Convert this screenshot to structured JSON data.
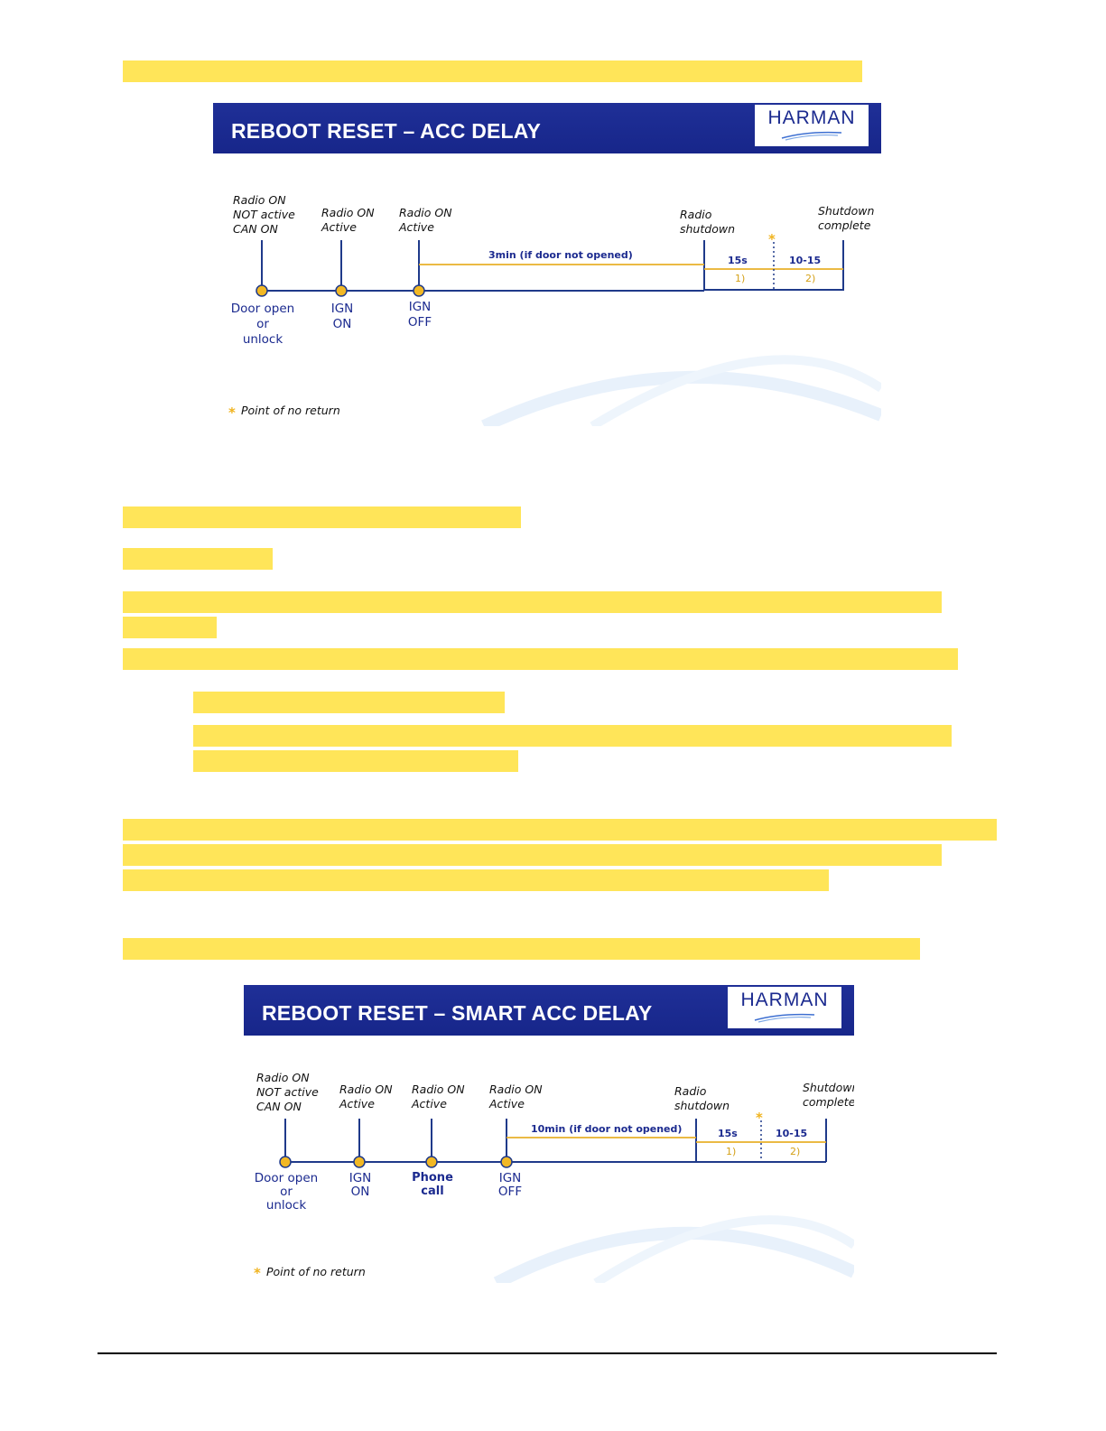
{
  "slides": [
    {
      "title": "REBOOT RESET – ACC DELAY",
      "logo": "HARMAN",
      "events": [
        {
          "label_top": [
            "Radio ON",
            "NOT active",
            "CAN ON"
          ],
          "label_bottom": [
            "Door open",
            "or",
            "unlock"
          ]
        },
        {
          "label_top": [
            "Radio ON",
            "Active"
          ],
          "label_bottom": [
            "IGN",
            "ON"
          ]
        },
        {
          "label_top": [
            "Radio ON",
            "Active"
          ],
          "label_bottom": [
            "IGN",
            "OFF"
          ]
        }
      ],
      "delay_label": "3min (if door not opened)",
      "radio_shutdown": [
        "Radio",
        "shutdown"
      ],
      "shutdown_complete": [
        "Shutdown",
        "complete"
      ],
      "segment_1": "15s",
      "segment_2": "10-15",
      "phase_1": "1)",
      "phase_2": "2)",
      "star": "*",
      "footnote": "Point of no return"
    },
    {
      "title": "REBOOT RESET – SMART ACC DELAY",
      "logo": "HARMAN",
      "events": [
        {
          "label_top": [
            "Radio ON",
            "NOT active",
            "CAN ON"
          ],
          "label_bottom": [
            "Door open",
            "or",
            "unlock"
          ]
        },
        {
          "label_top": [
            "Radio ON",
            "Active"
          ],
          "label_bottom": [
            "IGN",
            "ON"
          ]
        },
        {
          "label_top": [
            "Radio ON",
            "Active"
          ],
          "label_bottom": [
            "Phone",
            "call"
          ]
        },
        {
          "label_top": [
            "Radio ON",
            "Active"
          ],
          "label_bottom": [
            "IGN",
            "OFF"
          ]
        }
      ],
      "delay_label": "10min (if door not opened)",
      "radio_shutdown": [
        "Radio",
        "shutdown"
      ],
      "shutdown_complete": [
        "Shutdown",
        "complete"
      ],
      "segment_1": "15s",
      "segment_2": "10-15",
      "phase_1": "1)",
      "phase_2": "2)",
      "star": "*",
      "footnote": "Point of no return"
    }
  ],
  "colors": {
    "highlight": "#ffe559",
    "header_blue": "#1b2a8f",
    "timeline_blue": "#1f3a8a",
    "orange_line": "#e8b02a",
    "dot_fill": "#f2b824"
  }
}
